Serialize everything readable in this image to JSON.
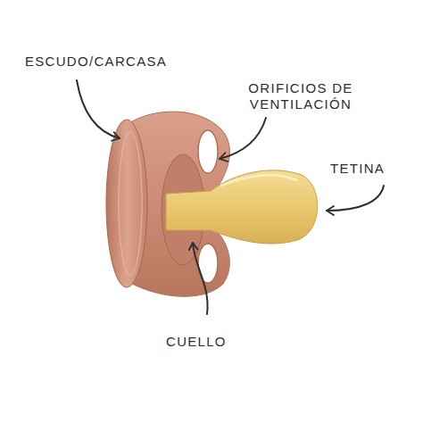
{
  "diagram": {
    "labels": [
      "ESCUDO/CARCASA",
      "ORIFICIOS DE VENTILACIÓN",
      "TETINA",
      "CUELLO"
    ]
  }
}
